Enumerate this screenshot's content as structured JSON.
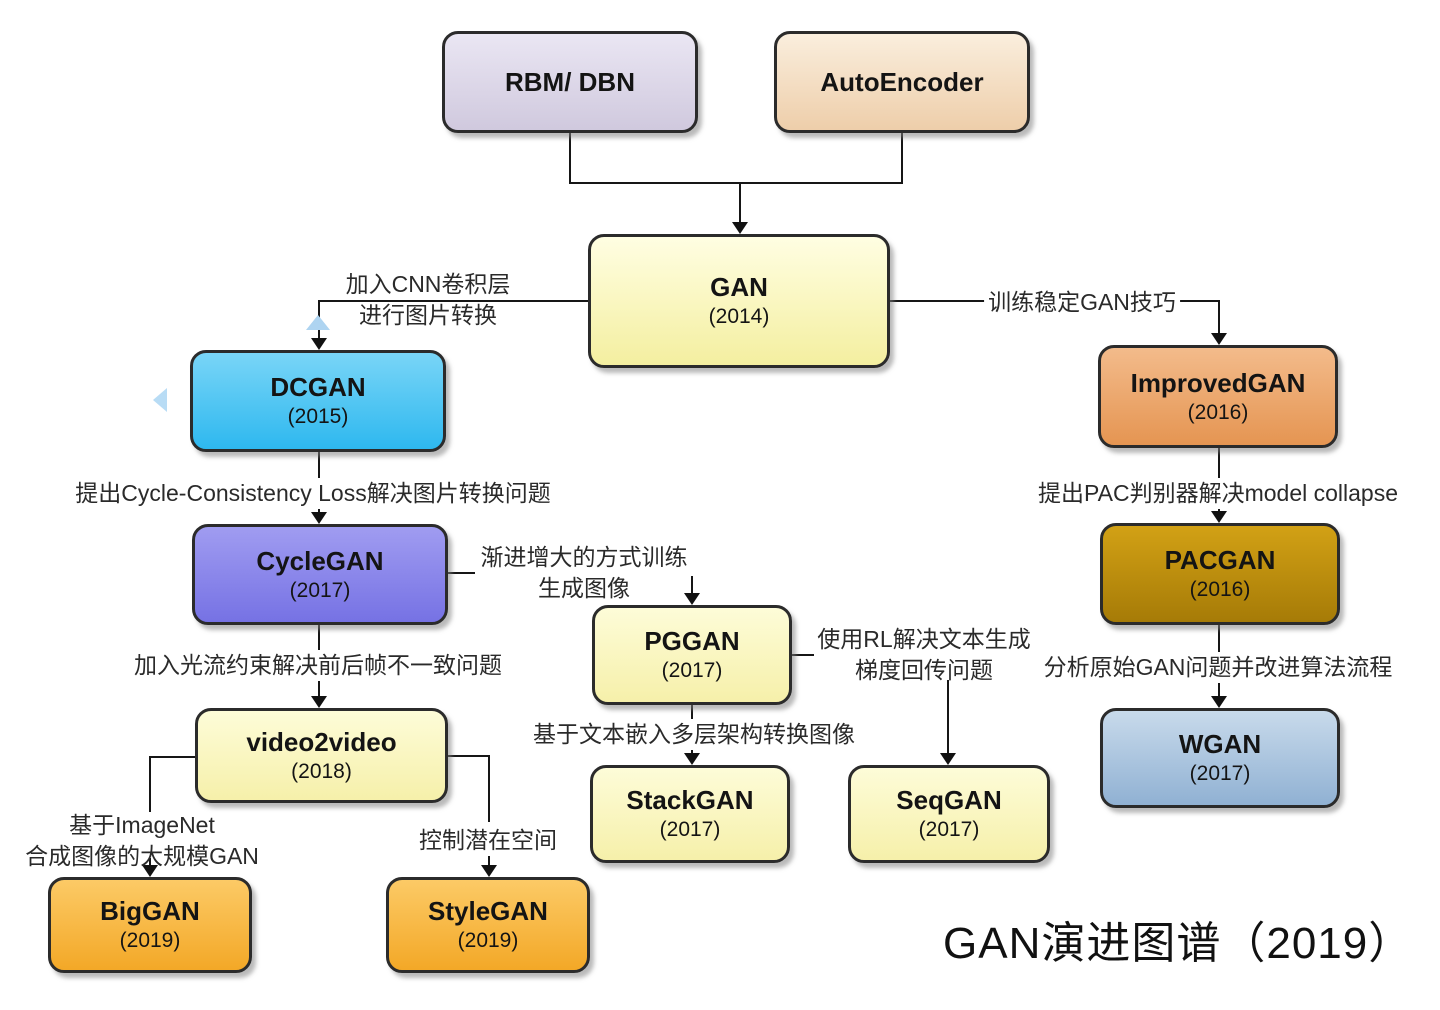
{
  "title": "GAN演进图谱（2019）",
  "nodes": [
    {
      "name": "RBM/ DBN",
      "year": ""
    },
    {
      "name": "AutoEncoder",
      "year": ""
    },
    {
      "name": "GAN",
      "year": "(2014)"
    },
    {
      "name": "DCGAN",
      "year": "(2015)"
    },
    {
      "name": "ImprovedGAN",
      "year": "(2016)"
    },
    {
      "name": "CycleGAN",
      "year": "(2017)"
    },
    {
      "name": "PACGAN",
      "year": "(2016)"
    },
    {
      "name": "PGGAN",
      "year": "(2017)"
    },
    {
      "name": "WGAN",
      "year": "(2017)"
    },
    {
      "name": "video2video",
      "year": "(2018)"
    },
    {
      "name": "StackGAN",
      "year": "(2017)"
    },
    {
      "name": "SeqGAN",
      "year": "(2017)"
    },
    {
      "name": "BigGAN",
      "year": "(2019)"
    },
    {
      "name": "StyleGAN",
      "year": "(2019)"
    }
  ],
  "labels": {
    "gan_dcgan_1": "加入CNN卷积层",
    "gan_dcgan_2": "进行图片转换",
    "gan_improvedgan": "训练稳定GAN技巧",
    "dcgan_cyclegan": "提出Cycle-Consistency Loss解决图片转换问题",
    "improvedgan_pacgan": "提出PAC判别器解决model collapse",
    "cyclegan_pggan_1": "渐进增大的方式训练",
    "cyclegan_pggan_2": "生成图像",
    "cyclegan_video2video": "加入光流约束解决前后帧不一致问题",
    "pacgan_wgan": "分析原始GAN问题并改进算法流程",
    "pggan_seqgan_1": "使用RL解决文本生成",
    "pggan_seqgan_2": "梯度回传问题",
    "pggan_stackgan": "基于文本嵌入多层架构转换图像",
    "video2video_biggan_1": "基于ImageNet",
    "video2video_biggan_2": "合成图像的大规模GAN",
    "video2video_stylegan": "控制潜在空间"
  },
  "colors": {
    "rbm_dbn": [
      "#eae6f3",
      "#d0c9de"
    ],
    "autoencoder": [
      "#faeedd",
      "#eeceaa"
    ],
    "gan": [
      "#fffee2",
      "#f4efa0"
    ],
    "dcgan": [
      "#79d5f7",
      "#2eb8ef"
    ],
    "improvedgan": [
      "#f3bb8b",
      "#e59552"
    ],
    "cyclegan": [
      "#a09cf1",
      "#7672e4"
    ],
    "pacgan": [
      "#d2a115",
      "#a67b07"
    ],
    "wgan": [
      "#c8daeb",
      "#90b1d3"
    ],
    "light_yellow_nodes": [
      "#fdfcd8",
      "#f6f0aa"
    ],
    "biggan_stylegan": [
      "#fcca66",
      "#f3a827"
    ],
    "connector_line": "#161616",
    "watermark_triangle": "#aed4f1"
  }
}
